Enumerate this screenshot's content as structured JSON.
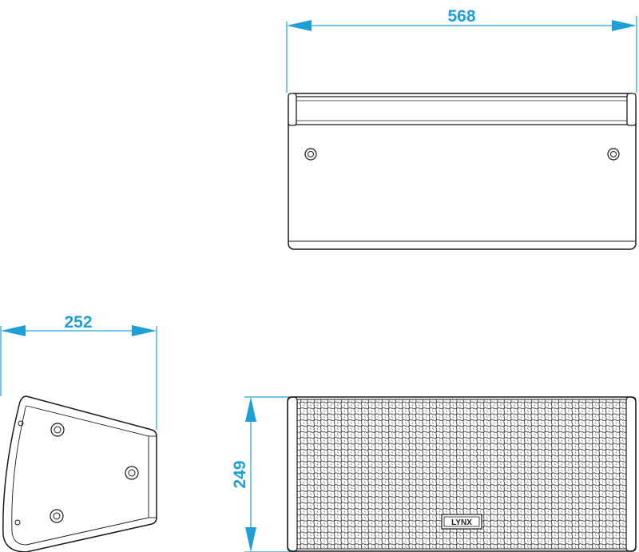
{
  "dimensions": {
    "width": "568",
    "depth": "252",
    "height": "249"
  },
  "brand": {
    "logo_text": "LYNX"
  },
  "colors": {
    "dimension": "#1e9fd6",
    "outline": "#1a1a1a",
    "background": "#ffffff"
  }
}
